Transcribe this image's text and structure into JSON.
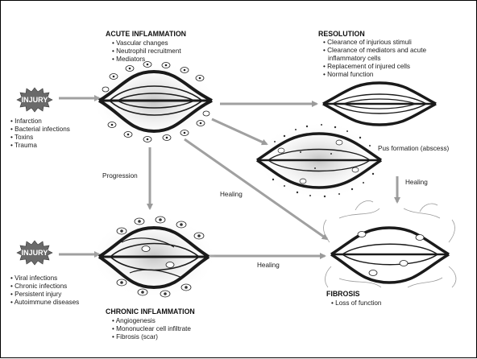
{
  "acute": {
    "title": "ACUTE INFLAMMATION",
    "items": [
      "• Vascular changes",
      "• Neutrophil recruitment",
      "• Mediators"
    ]
  },
  "resolution": {
    "title": "RESOLUTION",
    "items": [
      "• Clearance of injurious stimuli",
      "• Clearance of mediators and acute",
      "inflammatory cells",
      "• Replacement of injured cells",
      "• Normal function"
    ]
  },
  "injury_top": {
    "label": "INJURY",
    "items": [
      "• Infarction",
      "• Bacterial infections",
      "• Toxins",
      "• Trauma"
    ]
  },
  "injury_bottom": {
    "label": "INJURY",
    "items": [
      "• Viral infections",
      "• Chronic infections",
      "• Persistent injury",
      "• Autoimmune diseases"
    ]
  },
  "abscess": {
    "label": "Pus formation (abscess)"
  },
  "arrows": {
    "progression": "Progression",
    "healing_diag": "Healing",
    "healing_right": "Healing",
    "healing_bottom": "Healing"
  },
  "chronic": {
    "title": "CHRONIC INFLAMMATION",
    "items": [
      "• Angiogenesis",
      "• Mononuclear cell infiltrate",
      "• Fibrosis (scar)"
    ]
  },
  "fibrosis": {
    "title": "FIBROSIS",
    "items": [
      "• Loss of function"
    ]
  },
  "colors": {
    "ink": "#1a1a1a",
    "arrow": "#a0a0a0",
    "star": "#6a6a6a"
  }
}
